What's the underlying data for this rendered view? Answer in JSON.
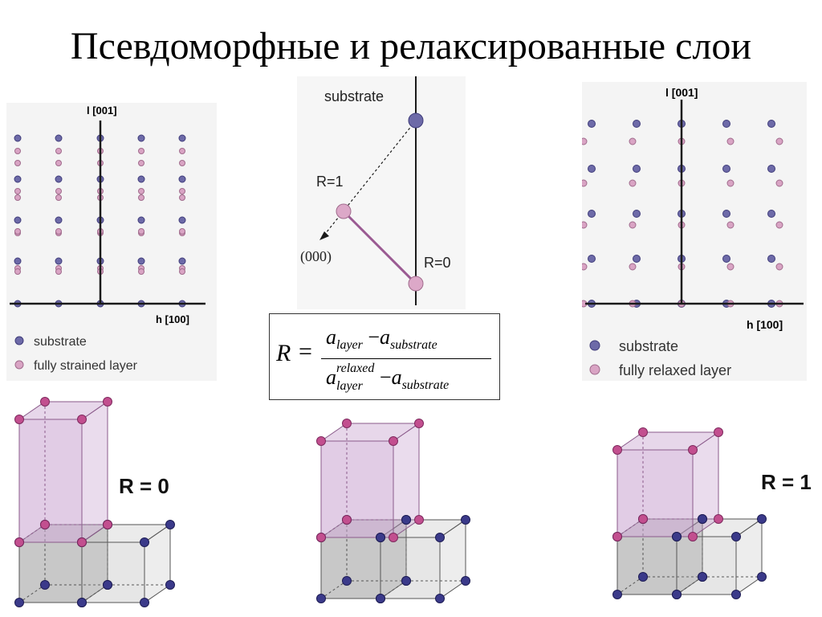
{
  "title": "Псевдоморфные и релаксированные слои",
  "left_panel": {
    "axis_y": "l  [001]",
    "axis_x": "h  [100]",
    "legend": [
      "substrate",
      "fully strained layer"
    ]
  },
  "center_panel": {
    "label_substrate": "substrate",
    "label_r1": "R=1",
    "label_r0": "R=0",
    "label_origin": "(000)"
  },
  "right_panel": {
    "axis_y": "l  [001]",
    "axis_x": "h  [100]",
    "legend": [
      "substrate",
      "fully relaxed layer"
    ]
  },
  "formula": {
    "lhs": "R",
    "eq": "=",
    "num_a1": "a",
    "num_sub1": "layer",
    "num_minus": "−",
    "num_a2": "a",
    "num_sub2": "substrate",
    "den_a1": "a",
    "den_sup1": "relaxed",
    "den_sub1": "layer",
    "den_minus": "−",
    "den_a2": "a",
    "den_sub2": "substrate"
  },
  "cube_labels": {
    "left": "R = 0",
    "right": "R = 1"
  },
  "colors": {
    "substrate_atom": "#6d6aa8",
    "layer_atom": "#d9a4c4",
    "layer_cube": "#c9a3cf",
    "substrate_cube": "#9a9a9a",
    "axis": "#1a1a1a"
  }
}
